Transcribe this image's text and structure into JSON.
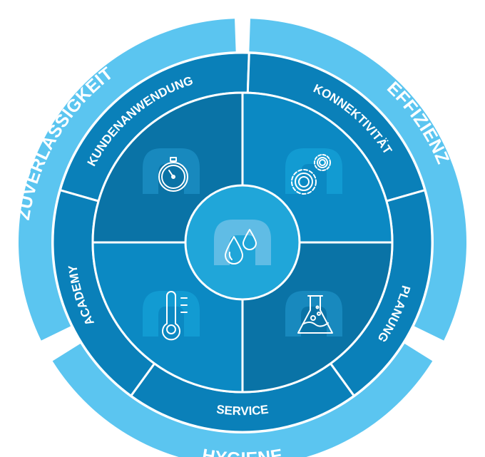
{
  "outer_ring": [
    {
      "label": "ZUVERLÄSSIGKEIT"
    },
    {
      "label": "EFFIZIENZ"
    },
    {
      "label": "HYGIENE"
    }
  ],
  "middle_ring": [
    {
      "label": "KUNDENANWENDUNG"
    },
    {
      "label": "KONNEKTIVITÄT"
    },
    {
      "label": "PLANUNG"
    },
    {
      "label": "SERVICE"
    },
    {
      "label": "ACADEMY"
    }
  ],
  "quadrants": [
    {
      "icon": "stopwatch-icon"
    },
    {
      "icon": "gears-icon"
    },
    {
      "icon": "thermometer-icon"
    },
    {
      "icon": "flask-icon"
    }
  ],
  "center": {
    "icon": "water-drops-icon"
  },
  "colors": {
    "outer": "#5bc5f0",
    "middle": "#0a80b9",
    "quad_dark": "#0a73a6",
    "quad_light": "#0b89c3",
    "center": "#20a6d9"
  }
}
